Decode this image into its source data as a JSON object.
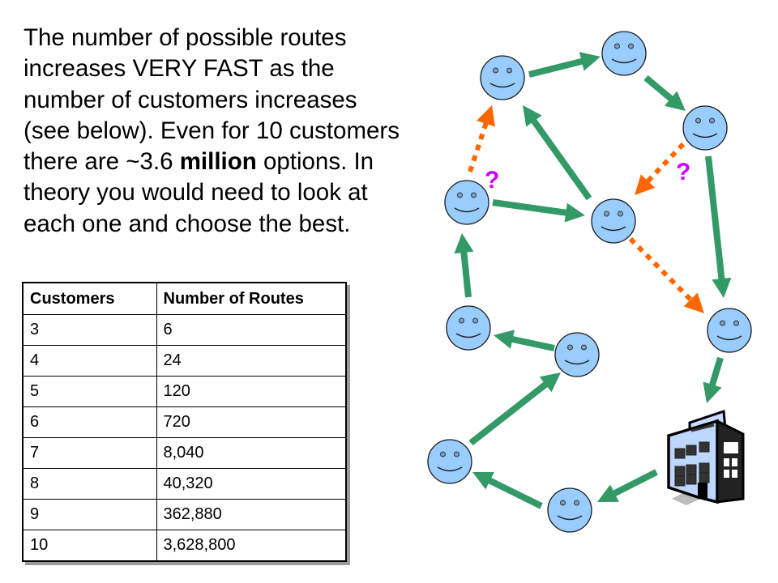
{
  "intro": {
    "part1": "The number of possible routes increases VERY FAST as the number of customers increases (see below). Even for 10 customers there are ~3.6 ",
    "bold": "million",
    "part2": " options. In theory you would need to look at each one and choose the best."
  },
  "table": {
    "headers": [
      "Customers",
      "Number of Routes"
    ],
    "rows": [
      [
        "3",
        "6"
      ],
      [
        "4",
        "24"
      ],
      [
        "5",
        "120"
      ],
      [
        "6",
        "720"
      ],
      [
        "7",
        "8,040"
      ],
      [
        "8",
        "40,320"
      ],
      [
        "9",
        "362,880"
      ],
      [
        "10",
        "3,628,800"
      ]
    ]
  },
  "diagram": {
    "colors": {
      "face_fill": "#99CCFF",
      "route_arrow": "#339966",
      "alternative_arrow": "#FF6600",
      "question_mark": "#CC00FF"
    },
    "question_label": "?",
    "nodes": [
      "customer-1",
      "customer-2",
      "customer-3",
      "customer-4",
      "customer-5",
      "customer-6",
      "customer-7",
      "customer-8",
      "customer-9",
      "customer-10",
      "depot"
    ],
    "route_edges": [
      [
        "customer-1",
        "customer-2"
      ],
      [
        "customer-2",
        "customer-3"
      ],
      [
        "customer-3",
        "customer-6"
      ],
      [
        "customer-6",
        "depot"
      ],
      [
        "depot",
        "customer-10"
      ],
      [
        "customer-10",
        "customer-9"
      ],
      [
        "customer-9",
        "customer-8"
      ],
      [
        "customer-8",
        "customer-7"
      ],
      [
        "customer-7",
        "customer-4"
      ],
      [
        "customer-4",
        "customer-5"
      ],
      [
        "customer-5",
        "customer-1"
      ]
    ],
    "alternative_edges": [
      [
        "customer-4",
        "customer-1"
      ],
      [
        "customer-3",
        "customer-5"
      ],
      [
        "customer-5",
        "customer-6"
      ]
    ]
  }
}
